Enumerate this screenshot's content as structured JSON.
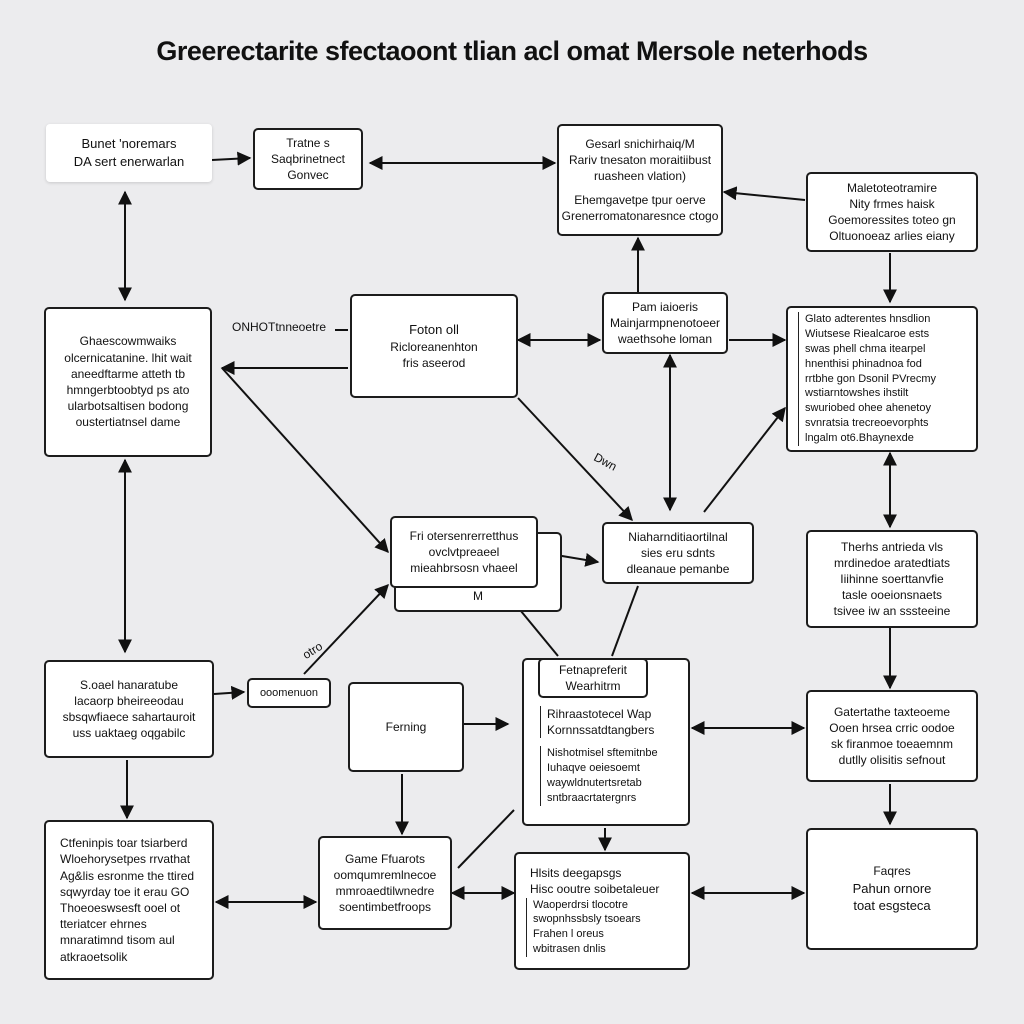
{
  "title": "Greerectarite sfectaoont tlian acl omat Mersole neterhods",
  "nodes": {
    "n1": [
      "Bunet 'noremars",
      "DA sert enerwarlan"
    ],
    "n2": [
      "Tratne s",
      "Saqbrinetnect",
      "Gonvec"
    ],
    "n3": [
      "Gesarl snichirhaiq/M",
      "Rariv tnesaton moraitiibust",
      "ruasheen vlation)",
      "",
      "Ehemgavetpe tpur oerve",
      "Grenerromatonaresnce ctogo"
    ],
    "n4": [
      "Maletoteotramire",
      "Nity frmes haisk",
      "Goemoressites toteo gn",
      "Oltuonoeaz arlies eiany"
    ],
    "n5": [
      "Ghaescowmwaiks",
      "olcernicatanine. lhit wait",
      "aneedftarme atteth tb",
      "hmngerbtoobtyd ps ato",
      "ularbotsaltisen bodong",
      "oustertiatnsel dame"
    ],
    "n6": [
      "Foton oll",
      "Ricloreanenhton",
      "fris aseerod"
    ],
    "n7": [
      "Pam iaioeris",
      "Mainjarmpnenotoeer",
      "waethsohe loman"
    ],
    "n8": [
      "Glato adterentes hnsdlion",
      "Wiutsese Riealcaroe ests",
      "swas phell chma itearpel",
      "hnenthisi phinadnoa fod",
      "rrtbhe gon Dsonil PVrecmy",
      "wstiarntowshes ihstilt",
      "swuriobed ohee ahenetoy",
      "svnratsia trecreoevorphts",
      "lngalm ot6.Bhaynexde"
    ],
    "n9": [
      "Fri otersenrerretthus",
      "ovclvtpreaeel",
      "mieahbrsosn vhaeel"
    ],
    "n9b": [
      "M"
    ],
    "n10": [
      "Niaharnditiaortilnal",
      "sies eru sdnts",
      "dleanaue pemanbe"
    ],
    "n11": [
      "Therhs antrieda vls",
      "mrdinedoe aratedtiats",
      "Iiihinne soerttanvfie",
      "tasle ooeionsnaets",
      "tsivee iw an sssteeine"
    ],
    "n12": [
      "S.oael hanaratube",
      "lacaorp bheireeodau",
      "sbsqwfiaece sahartauroit",
      "uss uaktaeg oqgabilc"
    ],
    "n13": [
      "ooomenuon"
    ],
    "n14": [
      "Ferning"
    ],
    "n15": [
      "Fetnapreferit",
      "Wearhitrm"
    ],
    "n16": [
      "Rihraastotecel Wap",
      "Kornnssatdtangbers",
      "",
      "Nishotmisel sftemitnbe",
      "Iuhaqve oeiesoemt",
      "waywldnutertsretab",
      "sntbraacrtatergnrs"
    ],
    "n17": [
      "Gatertathe taxteoeme",
      "Ooen hrsea crric oodoe",
      "sk firanmoe toeaemnm",
      "dutlly olisitis sefnout"
    ],
    "n18": [
      "Ctfeninpis toar tsiarberd",
      "Wloehorysetpes rrvathat",
      "Ag&lis esronme the ttired",
      "sqwyrday toe it erau GO",
      "Thoeoeswsesft ooel ot",
      "tteriatcer ehrnes",
      "mnaratimnd tisom aul",
      "atkraoetsolik"
    ],
    "n19": [
      "Game Ffuarots",
      "oomqumremlnecoe",
      "mmroaedtilwnedre",
      "soentimbetfroops"
    ],
    "n20": [
      "Hlsits deegapsgs",
      "Hisc ooutre soibetaleuer",
      "Waoperdrsi  tlocotre",
      "swopnhssbsly tsoears",
      "Frahen l oreus",
      "wbitrasen dnlis"
    ],
    "n21": [
      "Faqres",
      "Pahun ornore",
      "toat esgsteca"
    ]
  },
  "edge_labels": {
    "l1": "ONHOTtnneoetre",
    "l2": "Dwn",
    "l3": "otro"
  }
}
